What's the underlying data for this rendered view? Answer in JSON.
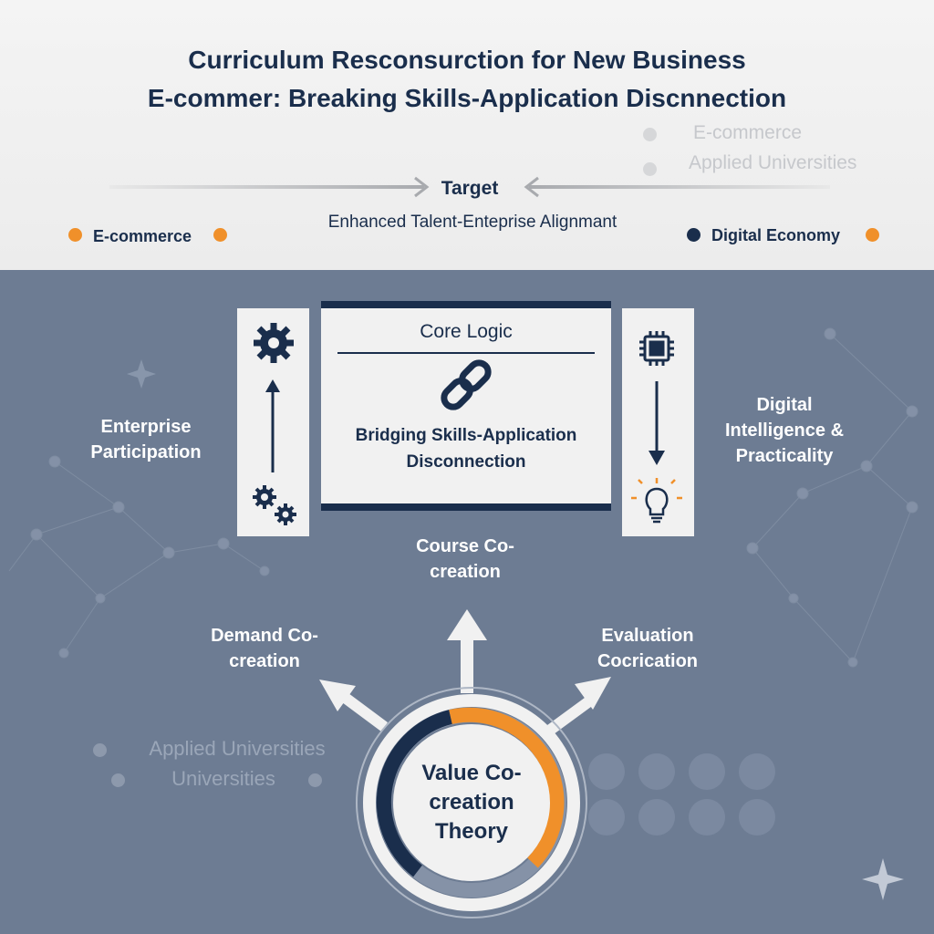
{
  "title": {
    "line1": "Curriculum Resconsurction for New Business",
    "line2": "E-commer: Breaking Skills-Application Discnnection"
  },
  "target": {
    "label": "Target",
    "subtitle": "Enhanced Talent-Enteprise Alignmant"
  },
  "legend_faint": [
    "E-commerce",
    "Applied Universities"
  ],
  "tag_left": "E-commerce",
  "tag_right": "Digital Economy",
  "core": {
    "heading": "Core Logic",
    "body": "Bridging Skills-Application Disconnection"
  },
  "side_labels": {
    "enterprise": "Enterprise Participation",
    "digital": "Digital Intelligence & Practicality"
  },
  "branches": {
    "course": "Course Co-creation",
    "demand": "Demand Co-creation",
    "evaluation": "Evaluation Cocrication"
  },
  "ghost_labels": [
    "Applied Universities",
    "Universities"
  ],
  "center": "Value Co-creation Theory",
  "colors": {
    "navy": "#1a2e4c",
    "orange": "#f0902a",
    "panel": "#6d7c93"
  }
}
